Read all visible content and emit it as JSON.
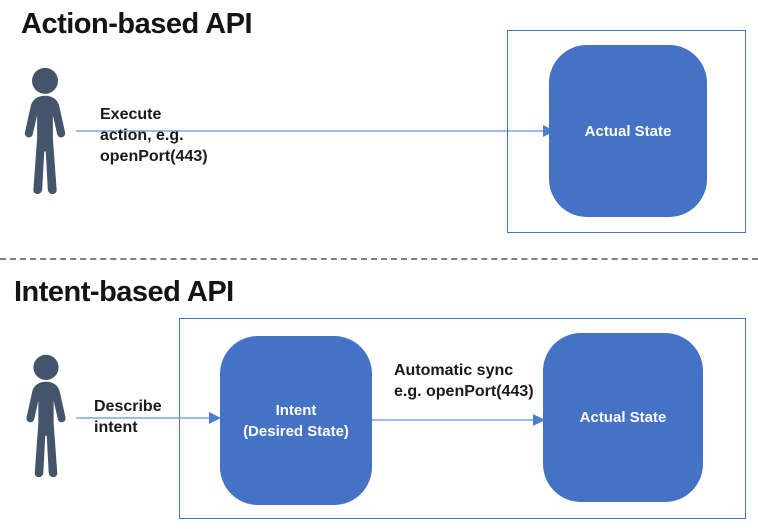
{
  "colors": {
    "box_fill": "#4472C4",
    "box_border": "#4472C4",
    "person": "#44546A",
    "arrow_line": "#7da3e6",
    "arrow_head": "#4d7dd3",
    "title_text": "#141414",
    "divider": "#7f7f7f",
    "box_label_text": "#ffffff"
  },
  "sections": {
    "action": {
      "title": "Action-based API",
      "actor_icon": "person-icon",
      "arrow_label_lines": [
        "Execute",
        "action, e.g.",
        "openPort(443)"
      ],
      "state_box": {
        "label": "Actual State"
      }
    },
    "intent": {
      "title": "Intent-based API",
      "actor_icon": "person-icon",
      "describe_arrow_label_lines": [
        "Describe",
        "intent"
      ],
      "intent_box": {
        "label_lines": [
          "Intent",
          "(Desired State)"
        ]
      },
      "sync_arrow_label_lines": [
        "Automatic sync",
        "e.g. openPort(443)"
      ],
      "state_box": {
        "label": "Actual State"
      }
    }
  }
}
